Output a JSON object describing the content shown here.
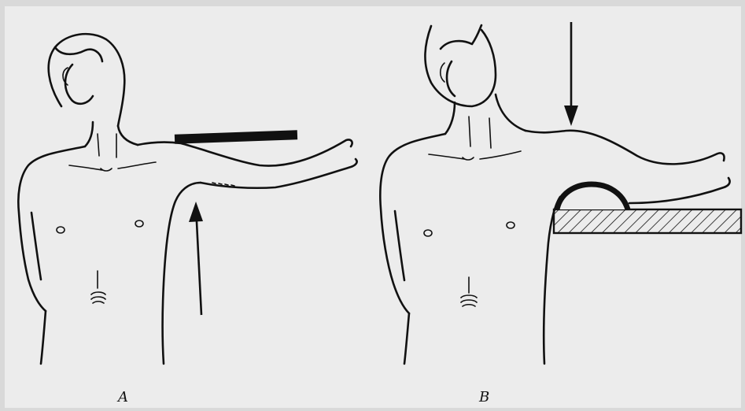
{
  "panels": [
    {
      "id": "A",
      "label": "A"
    },
    {
      "id": "B",
      "label": "B"
    }
  ],
  "colors": {
    "paper": "#ececec",
    "ink": "#111111",
    "background": "#d9d9d9"
  }
}
